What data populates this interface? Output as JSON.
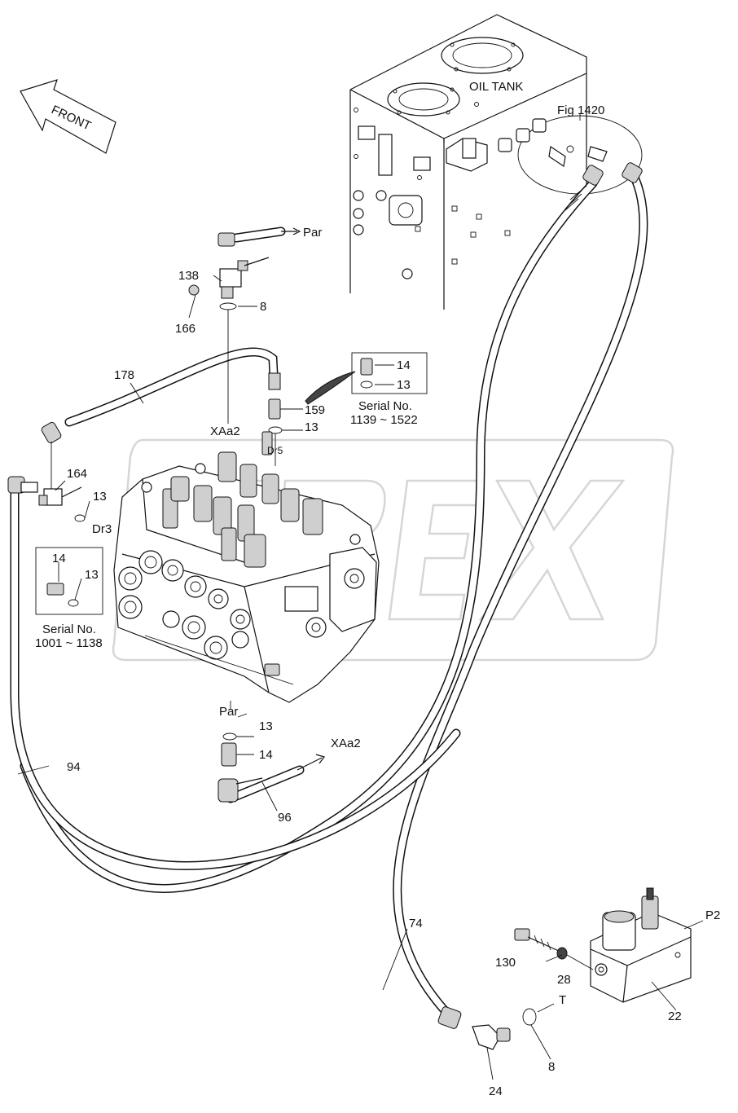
{
  "labels": {
    "oil_tank": "OIL TANK",
    "front": "FRONT",
    "fig_ref": "Fig 1420",
    "par_top": "Par",
    "par_bottom": "Par",
    "xaa2_top": "XAa2",
    "xaa2_bottom": "XAa2",
    "dr5": "Dr5",
    "dr3": "Dr3",
    "p2": "P2",
    "t": "T",
    "serial_a_title": "Serial No.",
    "serial_a_range": "1139 ~ 1522",
    "serial_b_title": "Serial No.",
    "serial_b_range": "1001 ~ 1138"
  },
  "callouts": {
    "c138": "138",
    "c166": "166",
    "c8_top": "8",
    "c178": "178",
    "c14_boxA": "14",
    "c13_boxA": "13",
    "c159": "159",
    "c13_mid": "13",
    "c164": "164",
    "c13_left": "13",
    "c14_boxB": "14",
    "c13_boxB": "13",
    "c13_bottom": "13",
    "c14_bottom": "14",
    "c96": "96",
    "c94": "94",
    "c74": "74",
    "c130": "130",
    "c28": "28",
    "c22": "22",
    "c8_bottom": "8",
    "c24": "24"
  },
  "watermark": "TREX"
}
